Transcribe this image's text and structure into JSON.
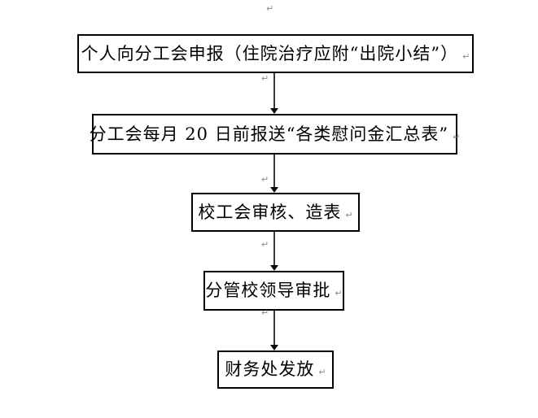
{
  "page": {
    "background_color": "#ffffff",
    "paragraph_mark": "↵",
    "border_color": "#000000",
    "connector_color": "#3b3b3b",
    "mark_color": "#8a8a8a"
  },
  "flowchart": {
    "type": "flowchart",
    "direction": "top-down",
    "nodes": [
      {
        "label": "个人向分工会申报（住院治疗应附“出院小结”）"
      },
      {
        "label": "分工会每月 20 日前报送“各类慰问金汇总表”"
      },
      {
        "label": "校工会审核、造表"
      },
      {
        "label": "分管校领导审批"
      },
      {
        "label": "财务处发放"
      }
    ],
    "edges": [
      {
        "from": 0,
        "to": 1
      },
      {
        "from": 1,
        "to": 2
      },
      {
        "from": 2,
        "to": 3
      },
      {
        "from": 3,
        "to": 4
      }
    ]
  }
}
